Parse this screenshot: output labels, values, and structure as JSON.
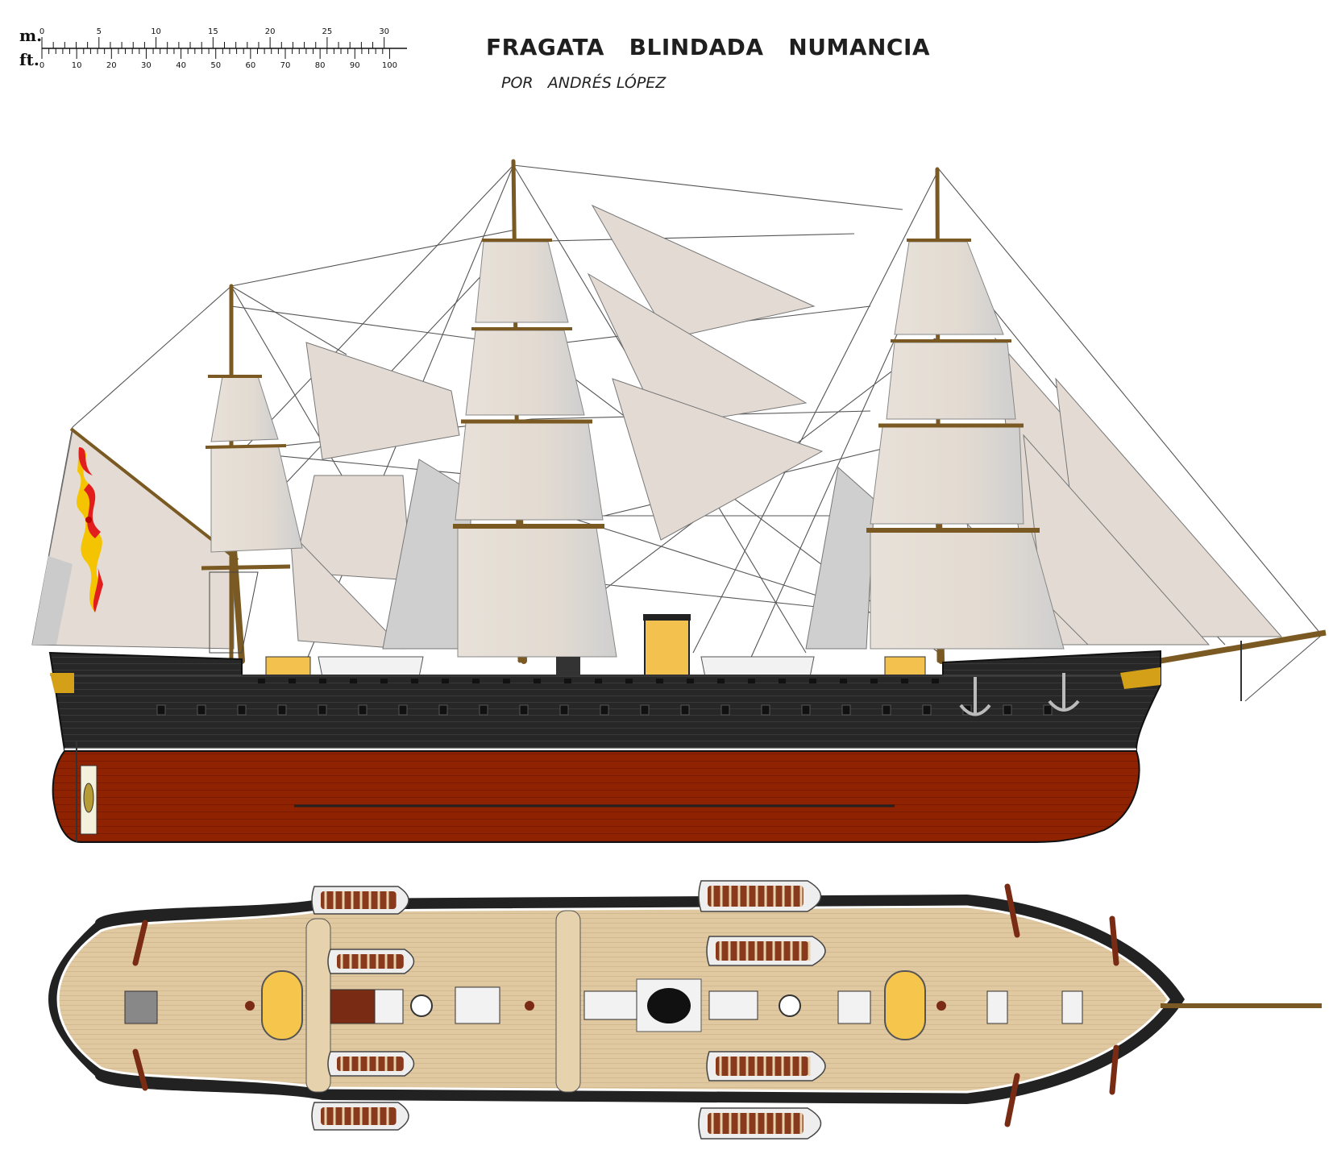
{
  "title": "FRAGATA   BLINDADA   NUMANCIA",
  "subtitle": "POR   ANDRÉS LÓPEZ",
  "scale_bar": {
    "metric_unit": "m.",
    "imperial_unit": "ft.",
    "metric_ticks": [
      "0",
      "5",
      "10",
      "15",
      "20",
      "25",
      "30"
    ],
    "imperial_ticks": [
      "0",
      "10",
      "20",
      "30",
      "40",
      "50",
      "60",
      "70",
      "80",
      "90",
      "100"
    ]
  },
  "colors": {
    "hull_black": "#262626",
    "hull_red": "#8f2200",
    "sail": "#e4dcd4",
    "sail_shade": "#c9c9c9",
    "deck": "#e0c9a1",
    "mast": "#7a5a22",
    "funnel": "#f2c14e",
    "flag_red": "#e21d1d",
    "flag_yellow": "#f5c400"
  },
  "views": {
    "side": "side-elevation",
    "top": "deck-plan"
  }
}
